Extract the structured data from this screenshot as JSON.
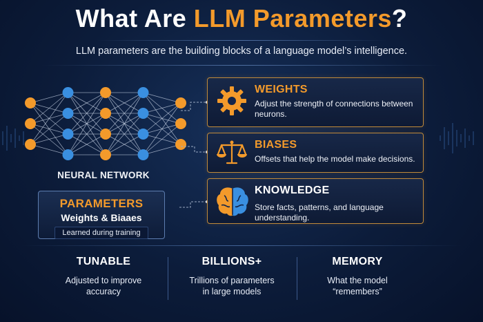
{
  "header": {
    "title_part1": "What Are ",
    "title_highlight": "LLM Parameters",
    "title_end": "?",
    "subtitle": "LLM parameters are the building blocks of a language model’s intelligence."
  },
  "network": {
    "label": "NEURAL NETWORK",
    "layers": [
      [
        "orange",
        "orange",
        "orange"
      ],
      [
        "blue",
        "blue",
        "blue",
        "blue"
      ],
      [
        "orange",
        "orange",
        "orange",
        "orange"
      ],
      [
        "blue",
        "blue",
        "blue",
        "blue"
      ],
      [
        "orange",
        "orange",
        "orange"
      ]
    ]
  },
  "parameters_box": {
    "title": "PARAMETERS",
    "subtitle": "Weights & Biaaes",
    "note": "Learned during training"
  },
  "cards": [
    {
      "title": "WEIGHTS",
      "description": "Adjust the strength of connections between neurons.",
      "icon": "gear-icon"
    },
    {
      "title": "BIASES",
      "description": "Offsets that help the model make decisions.",
      "icon": "scales-icon"
    },
    {
      "title": "KNOWLEDGE",
      "description": "Store facts, patterns, and language understanding.",
      "icon": "brain-icon"
    }
  ],
  "bottom": [
    {
      "title": "TUNABLE",
      "description": "Adjusted to improve accuracy"
    },
    {
      "title": "BILLIONS+",
      "description": "Trillions of parameters in large models"
    },
    {
      "title": "MEMORY",
      "description": "What the model “remembers”"
    }
  ],
  "colors": {
    "accent": "#f39a2b",
    "node_blue": "#3a8fe0",
    "background": "#0c1c3a"
  }
}
